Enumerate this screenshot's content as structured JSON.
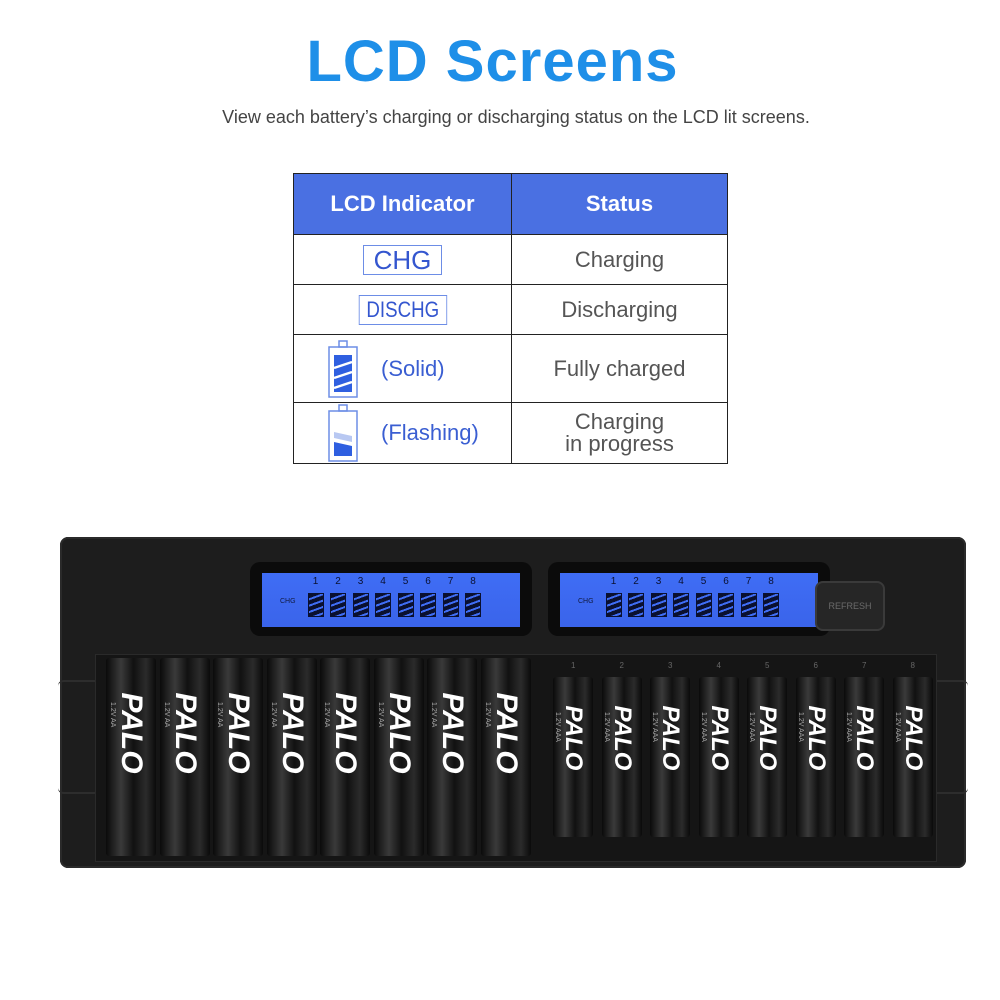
{
  "title": "LCD Screens",
  "subtitle": "View each battery’s charging or discharging status on the LCD lit screens.",
  "table": {
    "headers": [
      "LCD Indicator",
      "Status"
    ],
    "rows": [
      {
        "indicator": "CHG",
        "status": "Charging"
      },
      {
        "indicator": "DISCHG",
        "status": "Discharging"
      },
      {
        "indicator": "(Solid)",
        "icon": "battery-full-icon",
        "status": "Fully charged"
      },
      {
        "indicator": "(Flashing)",
        "icon": "battery-charging-icon",
        "status_line1": "Charging",
        "status_line2": "in progress"
      }
    ],
    "header_color": "#4a70e2",
    "accent_color": "#3456cf"
  },
  "charger": {
    "lcd_label": "CHG",
    "slot_numbers": [
      "1",
      "2",
      "3",
      "4",
      "5",
      "6",
      "7",
      "8"
    ],
    "refresh_label": "REFRESH",
    "lcd_color": "#3f6df5",
    "battery_brand": "PALO",
    "aa_label": "1.2V AA",
    "aaa_label": "1.2V AAA"
  }
}
